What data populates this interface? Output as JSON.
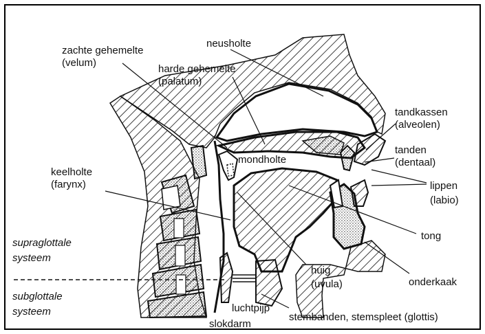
{
  "labels": {
    "zachte_gehemelte": "zachte gehemelte",
    "velum": "(velum)",
    "neusholte": "neusholte",
    "harde_gehemelte": "harde gehemelte",
    "palatum": "(palatum)",
    "tandkassen": "tandkassen",
    "alveolen": "(alveolen)",
    "tanden": "tanden",
    "dentaal": "(dentaal)",
    "mondholte": "mondholte",
    "keelholte": "keelholte",
    "farynx": "(farynx)",
    "lippen": "lippen",
    "labio": "(labio)",
    "tong": "tong",
    "supraglottale": "supraglottale",
    "systeem_boven": "systeem",
    "subglottale": "subglottale",
    "systeem_onder": "systeem",
    "huig": "huig",
    "uvula": "(uvula)",
    "onderkaak": "onderkaak",
    "luchtpijp": "luchtpijp",
    "stembanden": "stembanden, stemspleet (glottis)",
    "slokdarm": "slokdarm"
  },
  "colors": {
    "line": "#111111",
    "background": "#ffffff"
  }
}
